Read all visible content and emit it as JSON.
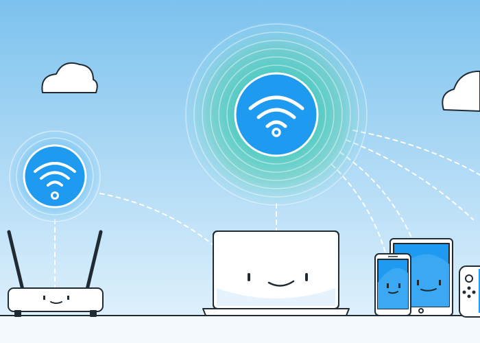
{
  "colors": {
    "sky_top": "#7cc2ee",
    "sky_bottom": "#e6f4fd",
    "floor": "#f3f9fd",
    "accent_blue": "#1e9af0",
    "ring_teal": "#3fc9b8",
    "ring_blue": "#5bb9f2",
    "outline": "#1f2a33",
    "device_fill": "#ffffff",
    "screen_face": "#1f2a33"
  },
  "icons": {
    "hotspot": "wifi-icon",
    "cloud": "cloud-icon",
    "connection": "dashed-link"
  },
  "devices": [
    "router",
    "laptop",
    "phone",
    "tablet",
    "game-console"
  ]
}
